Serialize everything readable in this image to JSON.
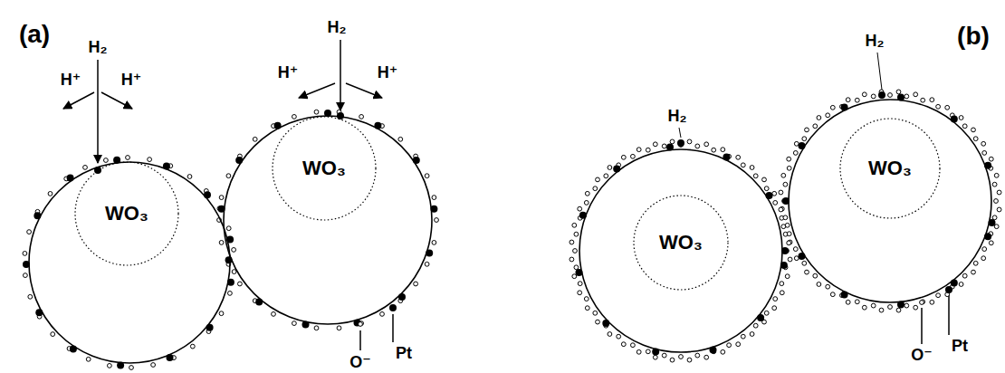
{
  "diagram": {
    "nodes": [
      {
        "text": [
          "WO₃"
        ]
      },
      {
        "text": [
          "WO₃"
        ]
      },
      {
        "text": [
          "WO₃"
        ]
      },
      {
        "text": [
          "WO₃"
        ]
      }
    ],
    "labels": [
      "(a)",
      "H₂",
      "H⁺",
      "H⁺",
      "H₂",
      "H⁺",
      "H⁺",
      "O⁻",
      "Pt",
      "(b)",
      "H₂",
      "H₂",
      "O⁻",
      "Pt"
    ]
  }
}
